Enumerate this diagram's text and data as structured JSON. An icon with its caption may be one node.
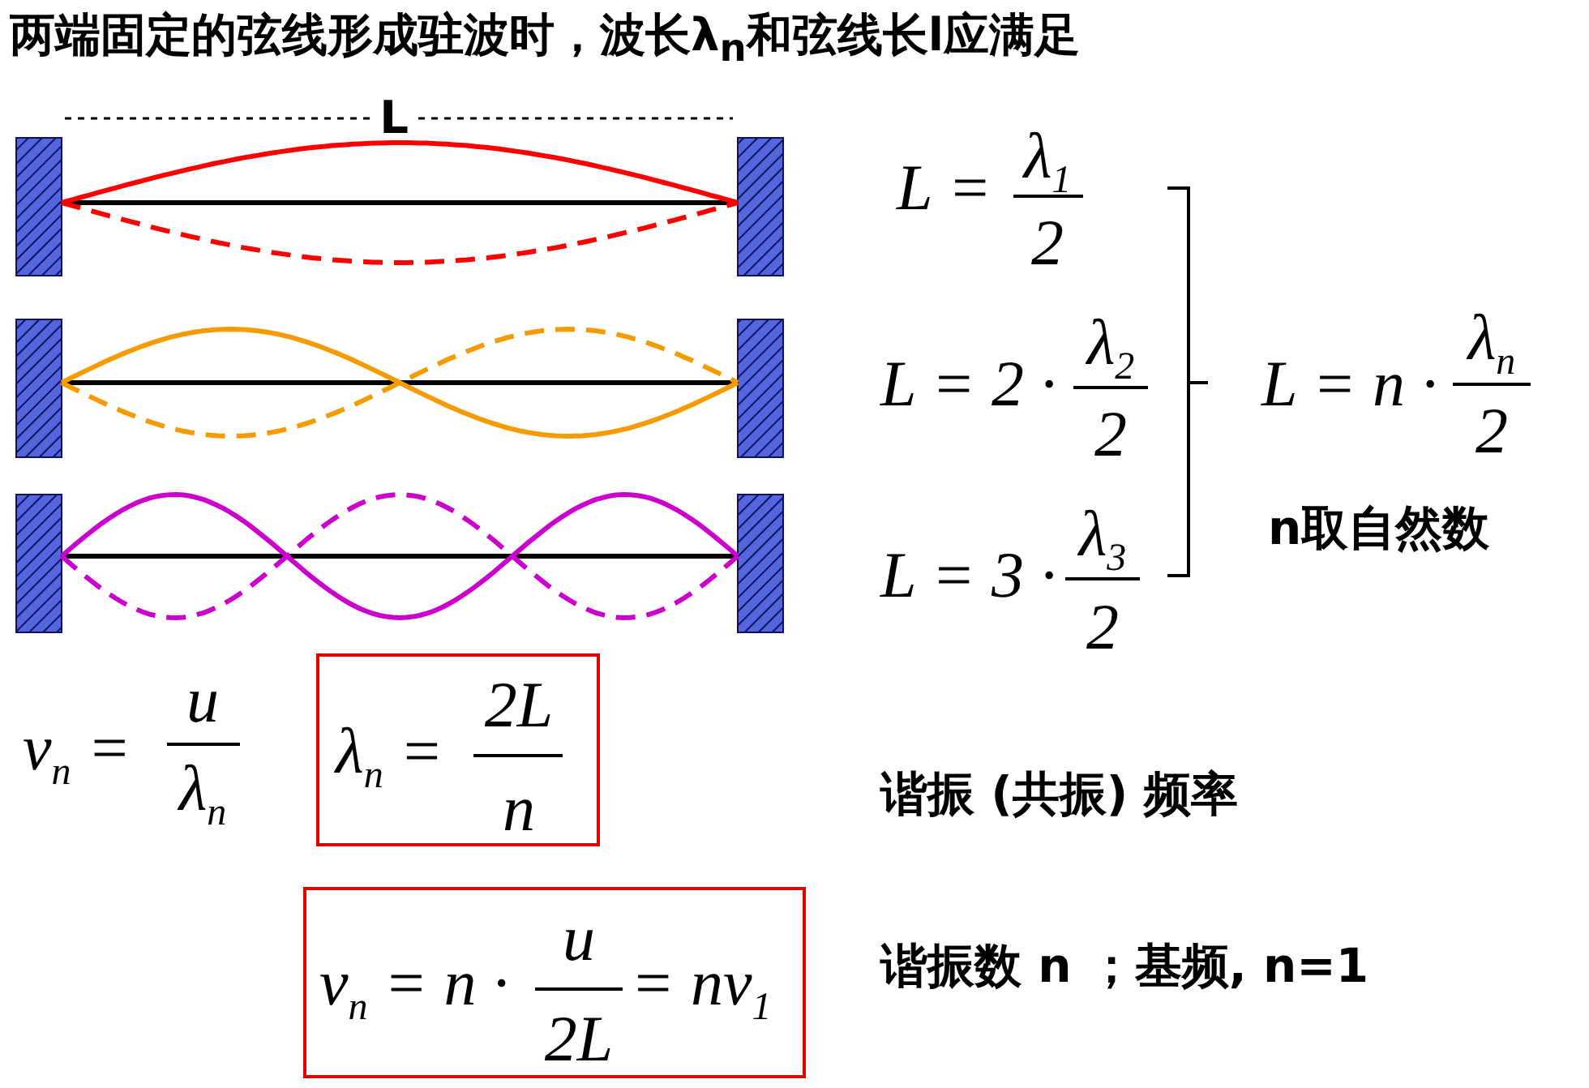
{
  "diagram": {
    "title": "两端**固定**的弦线形成**驻**波时，波长λ$_{n}$和弦线长l应满足",
    "nodes": [
      {
        "text": [
          "λ$_{n}$ =",
          "2L",
          "n"
        ]
      },
      {
        "text": [
          "ν$_{n}$ = n ·",
          "u",
          "2L",
          "= nν$_{1}$"
        ]
      }
    ],
    "edges": [],
    "labels": [
      "L",
      "L =",
      "λ$_{1}$",
      "2",
      "L = 2 ·",
      "λ$_{2}$",
      "2",
      "L = n ·",
      "λ$_{n}$",
      "2",
      "n取自然数",
      "L = 3 ·",
      "λ$_{3}$",
      "2",
      "ν$_{n}$ =",
      "u",
      "λ$_{n}$",
      "谐振 (共振) 频率",
      "谐振数 n ；基频, n=1"
    ]
  }
}
